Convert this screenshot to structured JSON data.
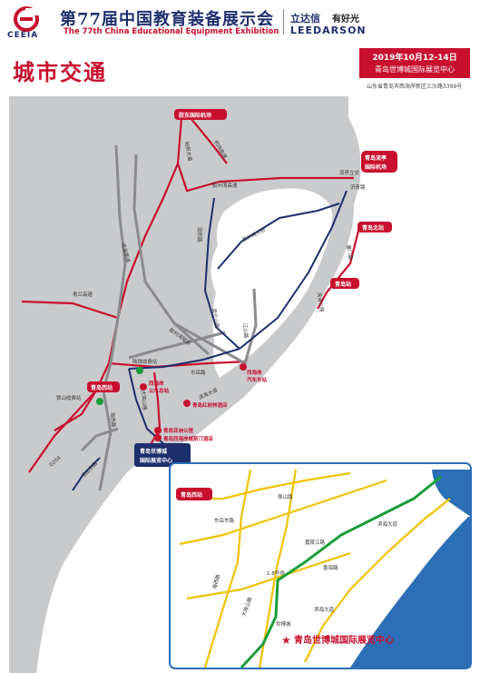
{
  "header": {
    "logo_text": "CEEIA",
    "title_cn": "第77届中国教育装备展示会",
    "title_en": "The 77th China Educational Equipment Exhibition",
    "brand_cn": "立达信",
    "brand_slogan": "有好光",
    "brand_en": "LEEDARSON"
  },
  "page_title": "城市交通",
  "event": {
    "date": "2019年10月12-14日",
    "venue": "青岛世博城国际展览中心",
    "address": "山东省青岛市西海岸新区三沙路3399号"
  },
  "map": {
    "stations": {
      "jiaodong_airport": "胶东国际机场",
      "liuting_airport_l1": "青岛流亭",
      "liuting_airport_l2": "国际机场",
      "qingdao_north": "青岛北站",
      "qingdao_station": "青岛站",
      "qingdao_west": "青岛西站",
      "west_coast_bus_l1": "西海岸",
      "west_coast_bus_l2": "汽车东站"
    },
    "roads": {
      "airport_road": "机场高速",
      "zhanqian_road": "站前大道",
      "jiaozhouwan_expressway": "胶州湾高速",
      "shenhai_expressway": "沈海高速",
      "qinglan_expressway": "青兰高速",
      "jiaozhouwan_bridge": "胶州湾大桥",
      "shuangyuan_road": "双积路",
      "xiamen_road": "厦门路",
      "jiaozhouwan_tunnel": "胶州湾隧道",
      "binhai_road": "滨海公路",
      "kunlunshan_road": "昆仑山路",
      "jiangshan_road": "江山路",
      "dongyue_road": "东岳路",
      "binhai_avenue": "滨海大道",
      "dazhushan_road": "大珠山路",
      "haixi_road": "海西路",
      "g204": "G204",
      "jicheng_road": "济青路",
      "liuting_flyover": "流亭立交",
      "renmin_road": "仙山东路"
    },
    "pois": {
      "longtai_toll": "陆珠收费站",
      "tieshan_toll": "铁山收费站",
      "west_coast_new": "西海岸",
      "gongche_yard": "公车总站",
      "hongshulin": "青岛红树林酒店",
      "yalishan": "青岛亚洲公馆",
      "wyndham": "青岛西海岸威斯汀酒店",
      "venue_l1": "青岛世博城",
      "venue_l2": "国际展览中心"
    },
    "inset": {
      "west_station": "青岛西站",
      "venue_name": "青岛世博城国际展览中心",
      "labels": {
        "l1": "东岳东路",
        "l2": "珠山路",
        "l3": "1.8号线",
        "l4": "滨海大道",
        "l5": "世博城",
        "l6": "滨海大道",
        "l7": "大珠山路",
        "l8": "香海路",
        "l9": "海西路",
        "l10": "嘉陵江路"
      }
    }
  },
  "colors": {
    "brand_red": "#c8102e",
    "brand_navy": "#1e2f6e",
    "land": "#c9cacc",
    "sea": "#ffffff",
    "inset_sea": "#2d6fb7",
    "metro_green": "#1a9e3a",
    "inset_road_yellow": "#f2c200"
  }
}
